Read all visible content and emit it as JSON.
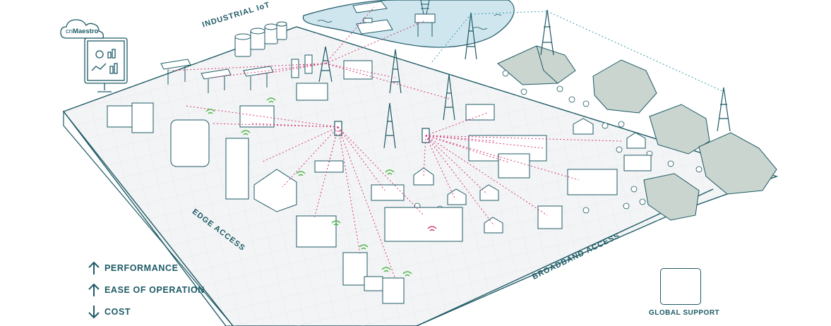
{
  "labels": {
    "industrial_iot": "INDUSTRIAL IoT",
    "edge_access": "EDGE ACCESS",
    "broadband_access": "BROADBAND ACCESS",
    "global_support": "GLOBAL SUPPORT"
  },
  "brand": {
    "cloud_prefix": "cn",
    "cloud_name": "Maestro"
  },
  "legend": [
    {
      "direction": "up",
      "icon": "arrow-up-icon",
      "text": "PERFORMANCE"
    },
    {
      "direction": "up",
      "icon": "arrow-up-icon",
      "text": "EASE OF OPERATION"
    },
    {
      "direction": "down",
      "icon": "arrow-down-icon",
      "text": "COST"
    }
  ],
  "colors": {
    "line": "#1e5a66",
    "ground": "#f3f4f5",
    "grid": "#d9dde0",
    "water": "#cfe6ef",
    "mountain": "#c9d5ce",
    "link_red": "#d43a7a",
    "link_teal": "#3a9bb0",
    "wifi_green": "#4cb848",
    "wifi_pink": "#d43a7a"
  }
}
